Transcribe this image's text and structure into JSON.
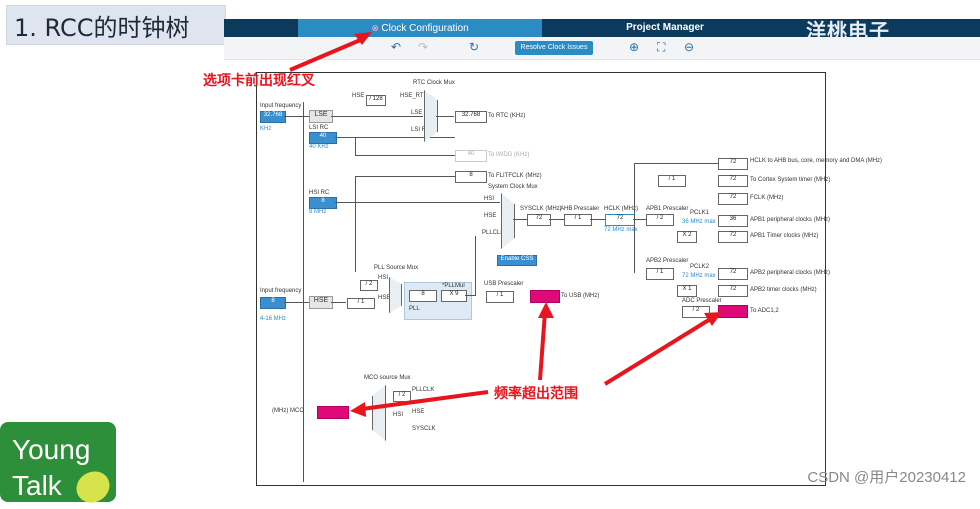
{
  "slide": {
    "title": "1. RCC的时钟树",
    "watermark": "CSDN @用户20230412"
  },
  "logo": {
    "line1": "Young",
    "line2": "Talk"
  },
  "brand": "洋桃电子",
  "tabs": {
    "active": "Clock Configuration",
    "second": "Project Manager"
  },
  "toolbar": {
    "resolve": "Resolve Clock Issues"
  },
  "annotations": {
    "tab_error": "选项卡前出现红叉",
    "freq_error": "频率超出范围"
  },
  "diagram": {
    "input_freq_label": "Input frequency",
    "lse_input": "32.768",
    "lse_unit": "KHz",
    "lse": "LSE",
    "lsi_rc": "LSI RC",
    "lsi_value": "40",
    "lsi_unit": "40 KHz",
    "rtc_mux": "RTC Clock Mux",
    "hse_rtc": "HSE_RTC",
    "div128": "/ 128",
    "rtc_out": "32.768",
    "to_rtc": "To RTC (KHz)",
    "iwdg_val": "40",
    "to_iwdg": "To IWDG (KHz)",
    "flit_val": "8",
    "to_flit": "To FLITFCLK (MHz)",
    "hsi_rc": "HSI RC",
    "hsi_val": "8",
    "hsi_unit": "8 MHz",
    "sys_mux": "System Clock Mux",
    "hsi": "HSI",
    "hse": "HSE",
    "pllclk": "PLLCLK",
    "sysclk_label": "SYSCLK (MHz)",
    "sysclk": "72",
    "ahb_label": "AHB Prescaler",
    "ahb": "/ 1",
    "hclk_label": "HCLK (MHz)",
    "hclk": "72",
    "hclk_max": "72 MHz max",
    "enable_css": "Enable CSS",
    "apb1_label": "APB1 Prescaler",
    "apb1": "/ 2",
    "pclk1": "PCLK1",
    "pclk1_max": "36 MHz max",
    "apb2_label": "APB2 Prescaler",
    "apb2": "/ 1",
    "pclk2": "PCLK2",
    "pclk2_max": "72 MHz max",
    "adc_label": "ADC Prescaler",
    "adc": "/ 2",
    "systick_div": "/ 1",
    "x2": "X 2",
    "x1": "X 1",
    "out_hclk": "72",
    "out_hclk_label": "HCLK to AHB bus, core, memory and DMA (MHz)",
    "out_cortex": "72",
    "out_cortex_label": "To Cortex System timer (MHz)",
    "out_fclk": "72",
    "out_fclk_label": "FCLK (MHz)",
    "out_apb1p": "36",
    "out_apb1p_label": "APB1 peripheral clocks (MHz)",
    "out_apb1t": "72",
    "out_apb1t_label": "APB1 Timer clocks (MHz)",
    "out_apb2p": "72",
    "out_apb2p_label": "APB2 peripheral clocks (MHz)",
    "out_apb2t": "72",
    "out_apb2t_label": "APB2 timer clocks (MHz)",
    "to_adc": "To ADC1,2",
    "hse_input": "8",
    "hse_unit": "4-16 MHz",
    "pll_src": "PLL Source Mux",
    "div2": "/ 2",
    "hse_div": "/ 1",
    "pll_in": "8",
    "pllmul_label": "*PLLMul",
    "pllmul": "X 9",
    "pll": "PLL",
    "usb_label": "USB Prescaler",
    "usb": "/ 1",
    "to_usb": "To USB (MHz)",
    "mco_src": "MCO source Mux",
    "mco_label": "(MHz) MCO",
    "mco_pll": "PLLCLK",
    "mco_div": "/ 2",
    "mco_hsi": "HSI",
    "mco_hse": "HSE",
    "mco_sys": "SYSCLK",
    "ahb_out": "/ 1"
  },
  "colors": {
    "accent": "#2b8cc4",
    "error": "#e0097a",
    "annotation": "#e8141e"
  }
}
